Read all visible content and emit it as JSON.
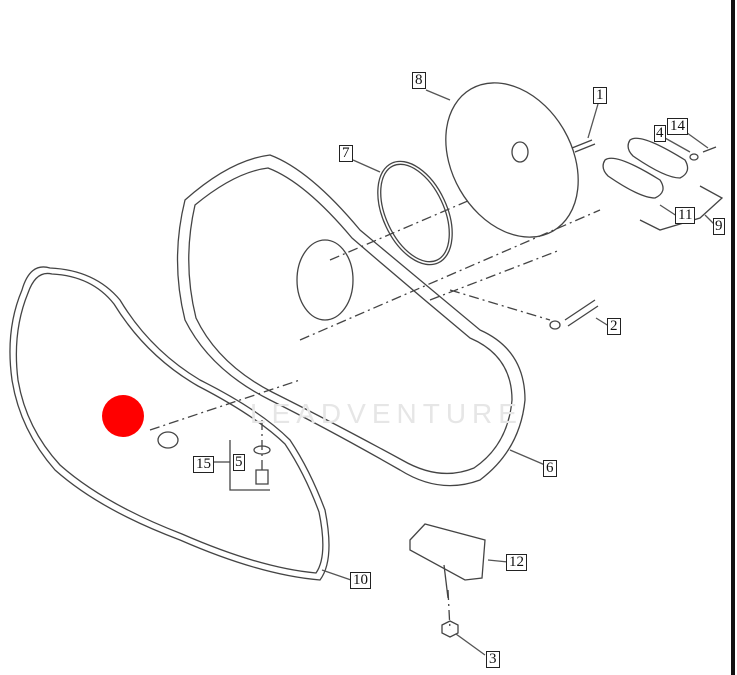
{
  "watermark": "LEADVENTURE",
  "marker_color": "#ff0000",
  "callouts": [
    "1",
    "2",
    "3",
    "4",
    "5",
    "6",
    "7",
    "8",
    "9",
    "10",
    "11",
    "12",
    "14",
    "15"
  ]
}
